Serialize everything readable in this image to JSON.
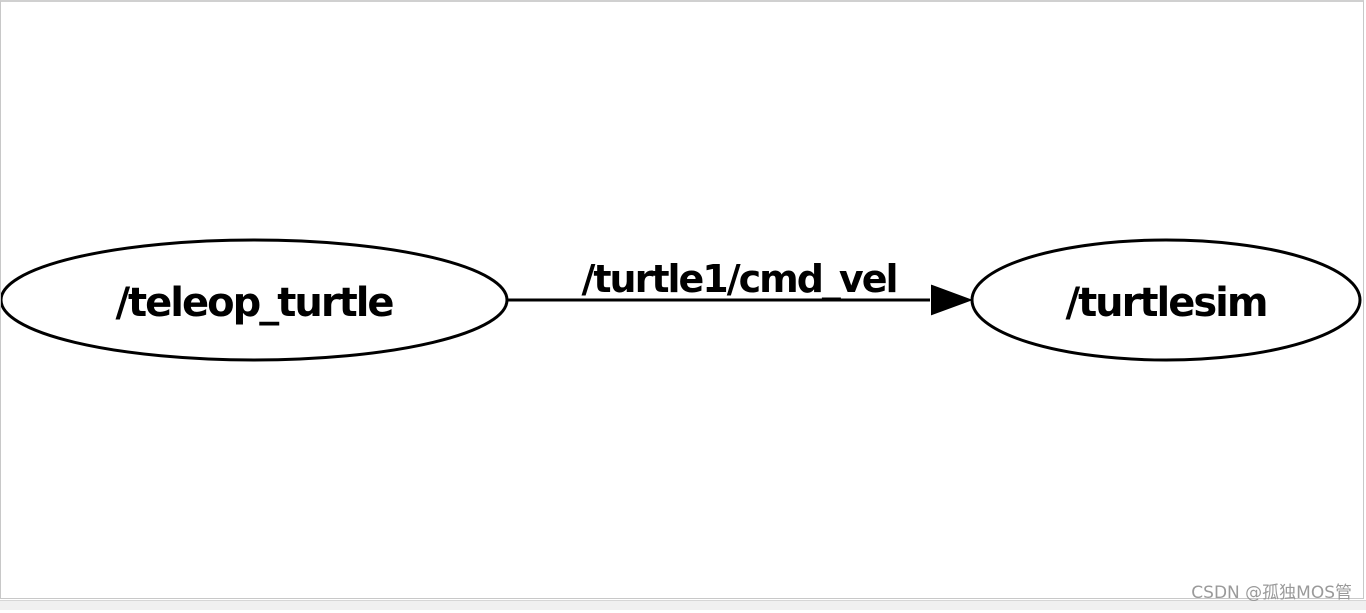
{
  "graph": {
    "nodes": [
      {
        "id": "teleop",
        "label": "/teleop_turtle"
      },
      {
        "id": "turtlesim",
        "label": "/turtlesim"
      }
    ],
    "edges": [
      {
        "from": "teleop",
        "to": "turtlesim",
        "label": "/turtle1/cmd_vel"
      }
    ]
  },
  "watermark": "CSDN @孤独MOS管",
  "colors": {
    "stroke": "#000000",
    "background": "#ffffff",
    "watermark": "#9a9a9a"
  }
}
